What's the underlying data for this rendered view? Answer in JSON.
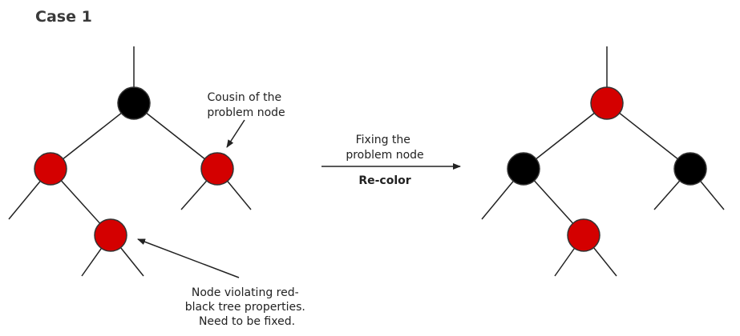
{
  "title": "Case 1",
  "annotations": {
    "cousin": [
      "Cousin of the",
      "problem node"
    ],
    "violating": [
      "Node violating red-",
      "black tree properties.",
      "Need to be fixed."
    ],
    "fixing": [
      "Fixing the",
      "problem node"
    ],
    "action": "Re-color"
  },
  "colors": {
    "red": "#d40000",
    "black": "#000000"
  },
  "trees": {
    "before": {
      "root": "black",
      "left": "red",
      "right": "red",
      "left_right_child": "red"
    },
    "after": {
      "root": "red",
      "left": "black",
      "right": "black",
      "left_right_child": "red"
    }
  }
}
